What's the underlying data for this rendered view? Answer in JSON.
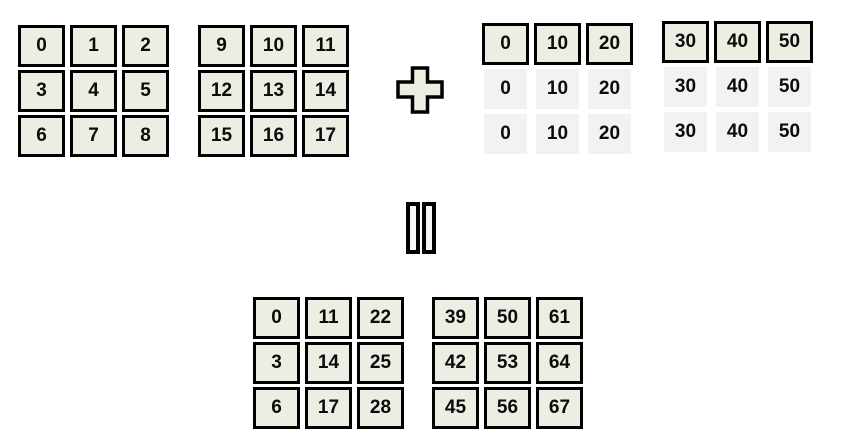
{
  "diagram": {
    "description": "Matrix addition with broadcasting",
    "operation": "elementwise-add"
  },
  "icons": {
    "plus": "plus-operator",
    "equals": "equals-operator"
  },
  "colors": {
    "background": "#ffffff",
    "cell_fill": "#eeede4",
    "cell_border": "#000000",
    "broadcast_fill": "#f2f2f2",
    "text": "#0b0b0b"
  },
  "matrices": {
    "operand_a": {
      "rows": [
        [
          0,
          1,
          2
        ],
        [
          3,
          4,
          5
        ],
        [
          6,
          7,
          8
        ]
      ]
    },
    "operand_b": {
      "rows": [
        [
          9,
          10,
          11
        ],
        [
          12,
          13,
          14
        ],
        [
          15,
          16,
          17
        ]
      ]
    },
    "broadcast_a": {
      "rows": [
        [
          0,
          10,
          20
        ],
        [
          0,
          10,
          20
        ],
        [
          0,
          10,
          20
        ]
      ],
      "bordered_rows": [
        0
      ]
    },
    "broadcast_b": {
      "rows": [
        [
          30,
          40,
          50
        ],
        [
          30,
          40,
          50
        ],
        [
          30,
          40,
          50
        ]
      ],
      "bordered_rows": [
        0
      ]
    },
    "result_a": {
      "rows": [
        [
          0,
          11,
          22
        ],
        [
          3,
          14,
          25
        ],
        [
          6,
          17,
          28
        ]
      ]
    },
    "result_b": {
      "rows": [
        [
          39,
          50,
          61
        ],
        [
          42,
          53,
          64
        ],
        [
          45,
          56,
          67
        ]
      ]
    }
  }
}
